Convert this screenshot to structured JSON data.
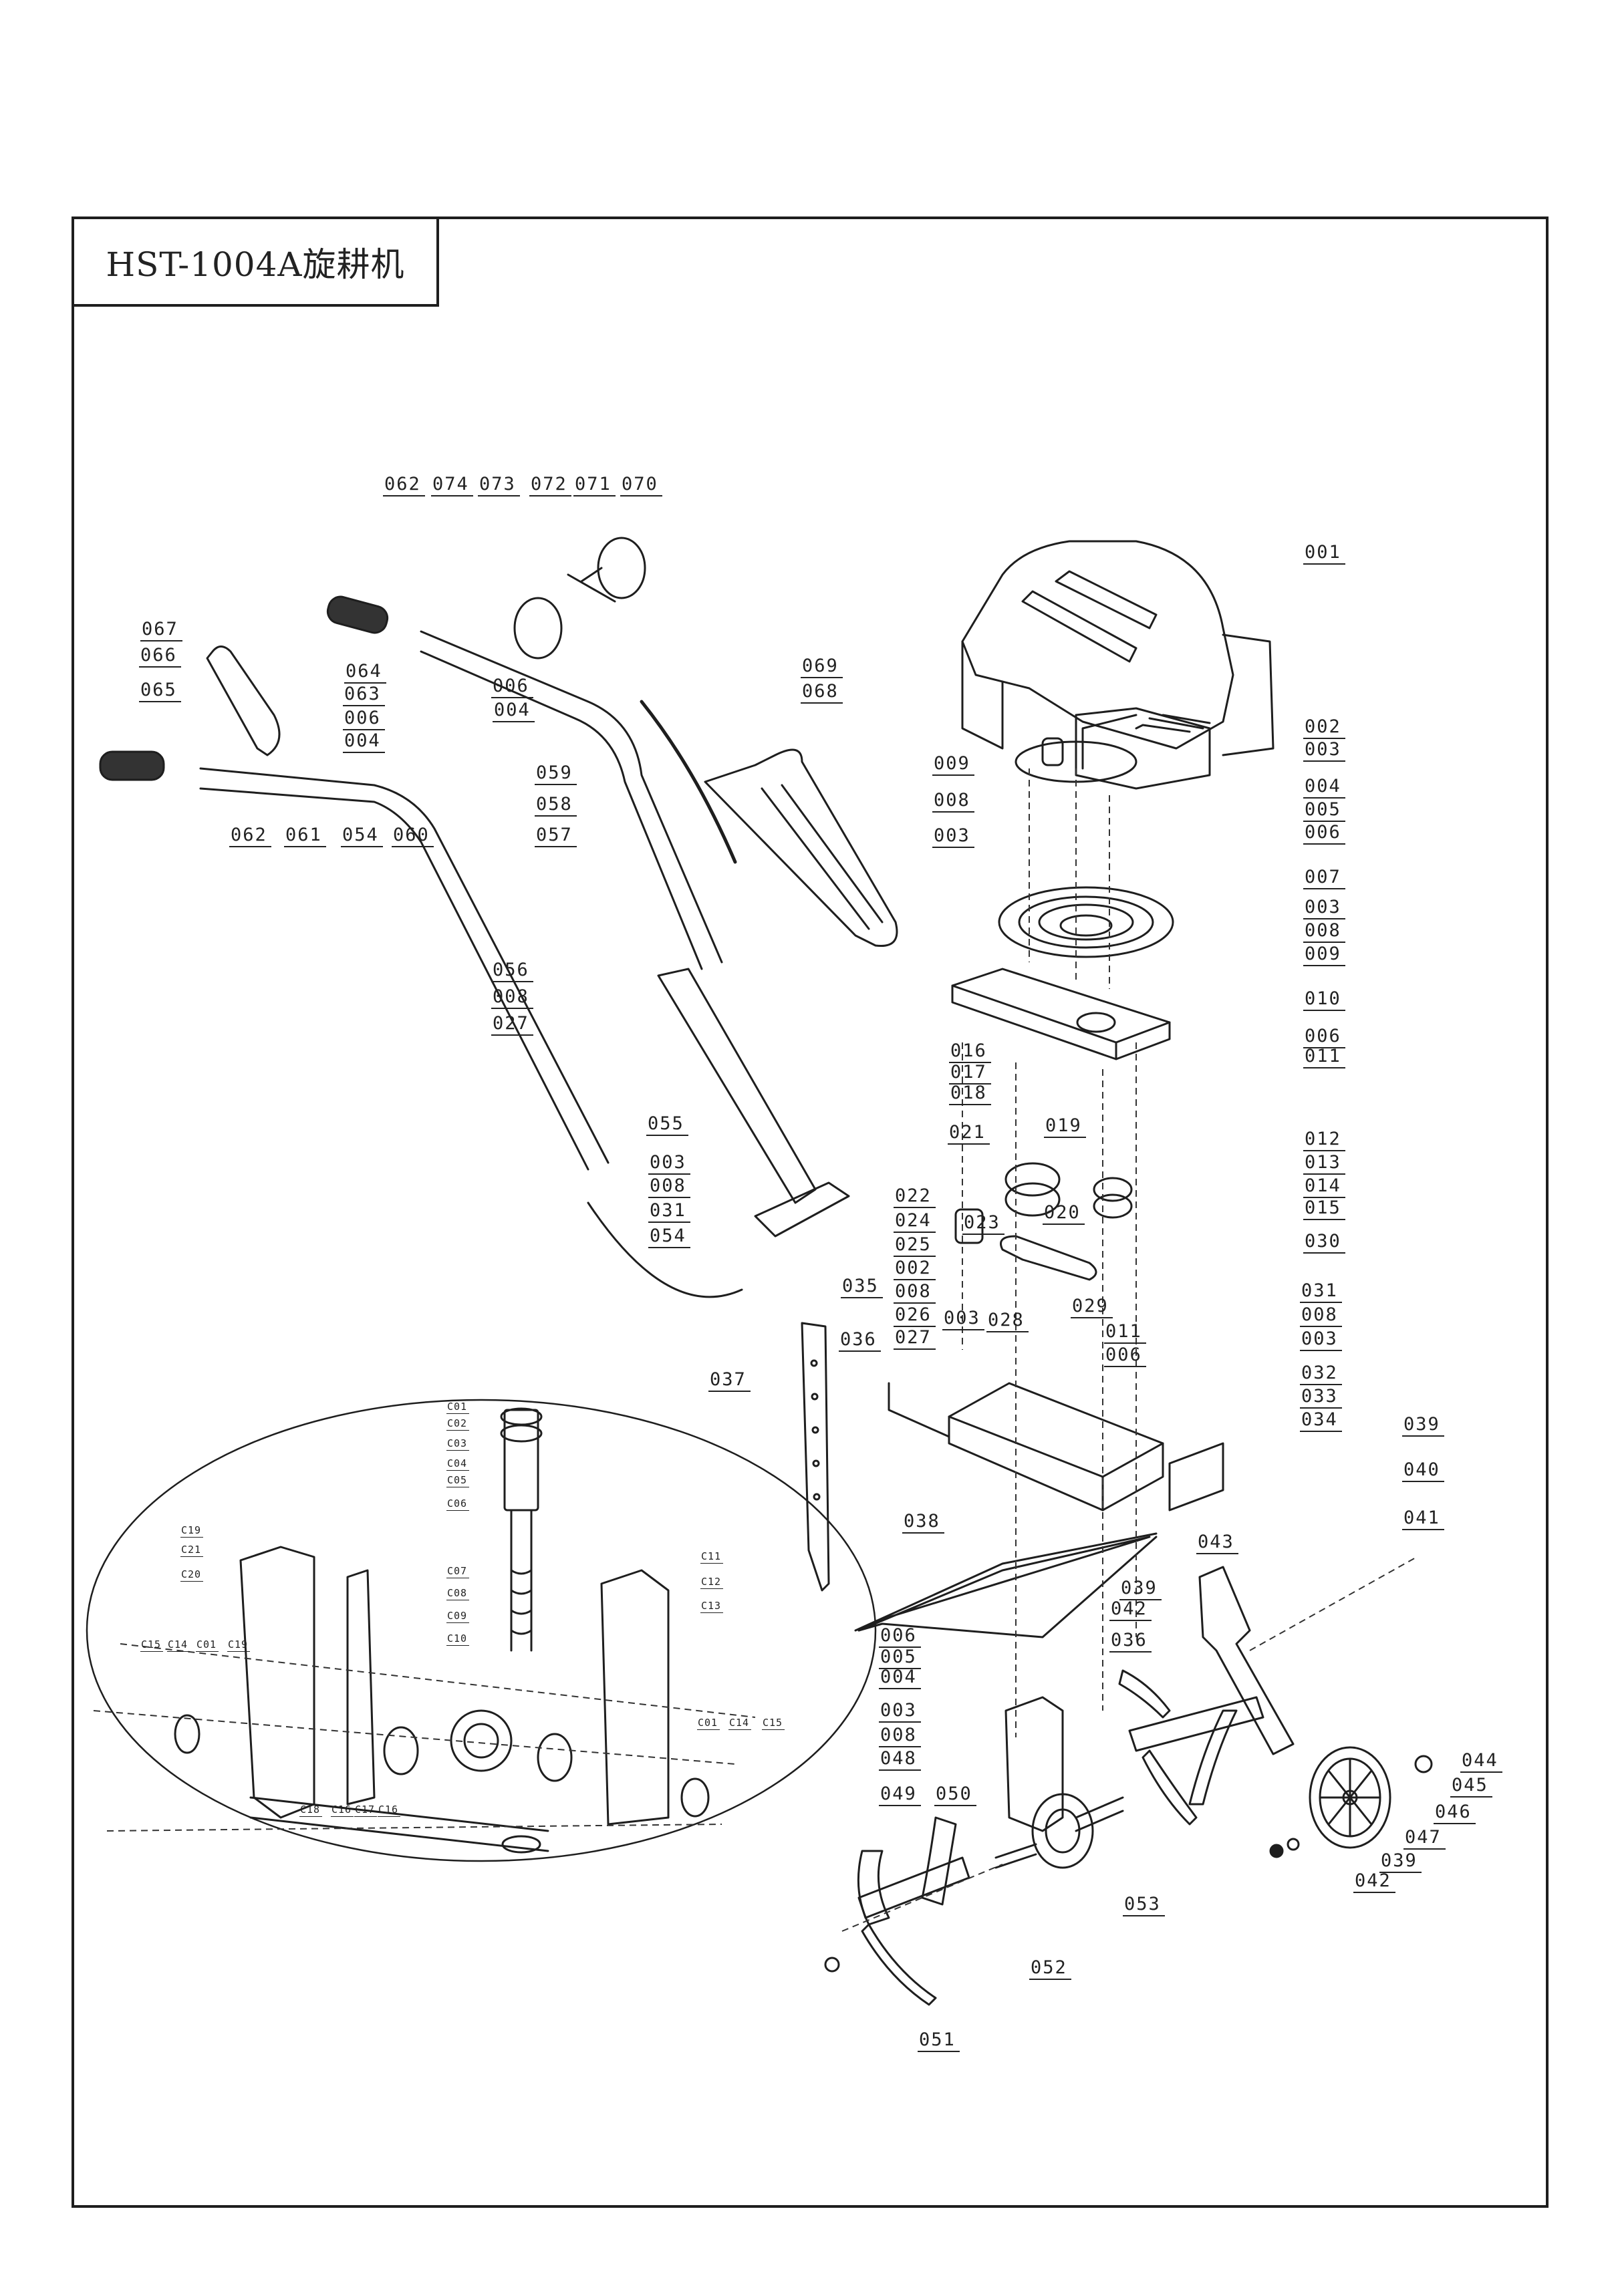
{
  "document": {
    "title": "HST-1004A旋耕机",
    "type": "exploded parts diagram"
  },
  "main_assembly": {
    "handle_labels": [
      "062",
      "074",
      "073",
      "072",
      "071",
      "070",
      "006",
      "004",
      "067",
      "066",
      "065",
      "064",
      "063",
      "006",
      "004",
      "069",
      "068",
      "059",
      "058",
      "057",
      "062",
      "061",
      "054",
      "060",
      "056",
      "008",
      "027",
      "055",
      "003",
      "008",
      "031",
      "054"
    ],
    "engine_labels": [
      "001",
      "002",
      "003",
      "004",
      "005",
      "006",
      "007",
      "003",
      "008",
      "009",
      "010",
      "006",
      "011",
      "009",
      "008",
      "003"
    ],
    "transmission_labels": [
      "016",
      "017",
      "018",
      "019",
      "021",
      "022",
      "024",
      "023",
      "020",
      "025",
      "002",
      "008",
      "026",
      "003",
      "027",
      "028",
      "029",
      "030",
      "012",
      "013",
      "014",
      "015",
      "011",
      "006"
    ],
    "frame_labels": [
      "035",
      "036",
      "037",
      "031",
      "008",
      "003",
      "032",
      "033",
      "034",
      "038"
    ],
    "tine_wheel_labels": [
      "039",
      "040",
      "041",
      "043",
      "039",
      "042",
      "036",
      "006",
      "005",
      "004",
      "003",
      "008",
      "048",
      "049",
      "050",
      "044",
      "045",
      "046",
      "047",
      "039",
      "042",
      "053",
      "052",
      "051"
    ]
  },
  "gearbox_inset": {
    "labels": [
      "C01",
      "C02",
      "C03",
      "C04",
      "C05",
      "C06",
      "C07",
      "C08",
      "C09",
      "C10",
      "C11",
      "C12",
      "C13",
      "C19",
      "C21",
      "C20",
      "C15",
      "C14",
      "C01",
      "C19",
      "C01",
      "C14",
      "C15",
      "C18",
      "C16",
      "C17",
      "C16"
    ]
  }
}
